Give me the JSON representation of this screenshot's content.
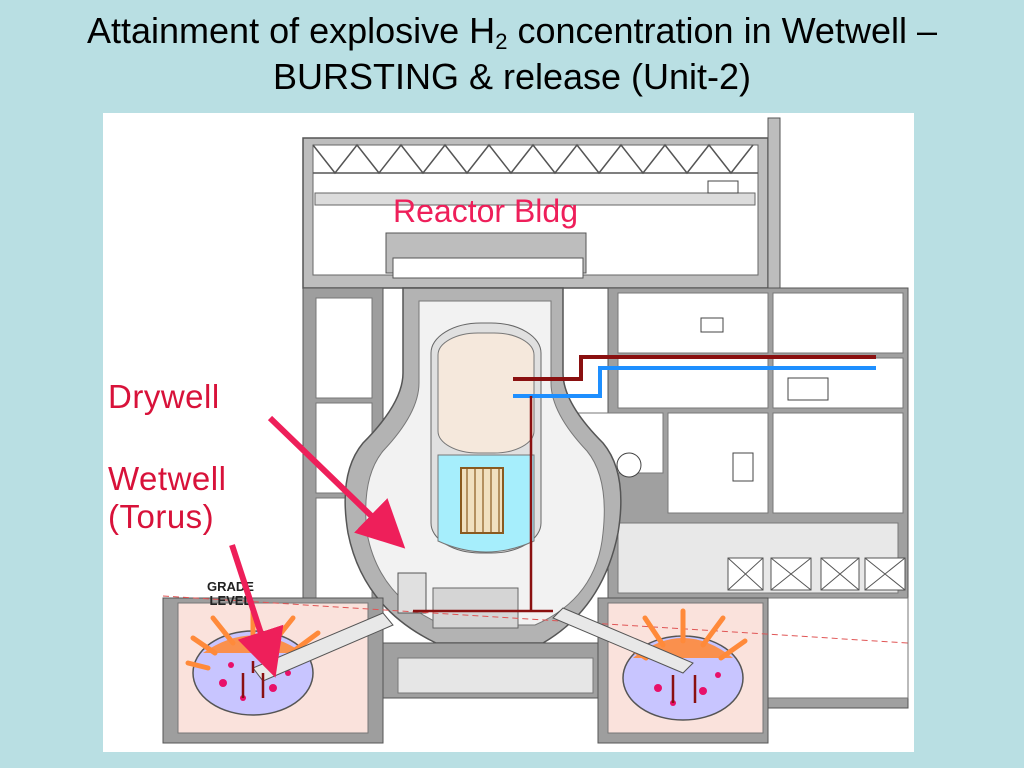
{
  "slide": {
    "title_line1_pre": "Attainment of explosive H",
    "title_sub": "2",
    "title_line1_post": " concentration in Wetwell –",
    "title_line2": "BURSTING & release (Unit-2)"
  },
  "diagram": {
    "building_label": "Reactor Bldg",
    "drywell_label": "Drywell",
    "wetwell_label": "Wetwell",
    "torus_label": "(Torus)",
    "grade_label_1": "GRADE",
    "grade_label_2": "LEVEL"
  },
  "colors": {
    "slide_background": "#b9dfe3",
    "callout_red": "#d8123a",
    "annotation_pink": "#ee1f5a",
    "steam_line": "#8a1010",
    "water_line": "#1e8fff",
    "h2_burst_orange": "#ff8a3a",
    "torus_fill": "#c8c5ff",
    "vessel_water": "#a6eefc"
  }
}
